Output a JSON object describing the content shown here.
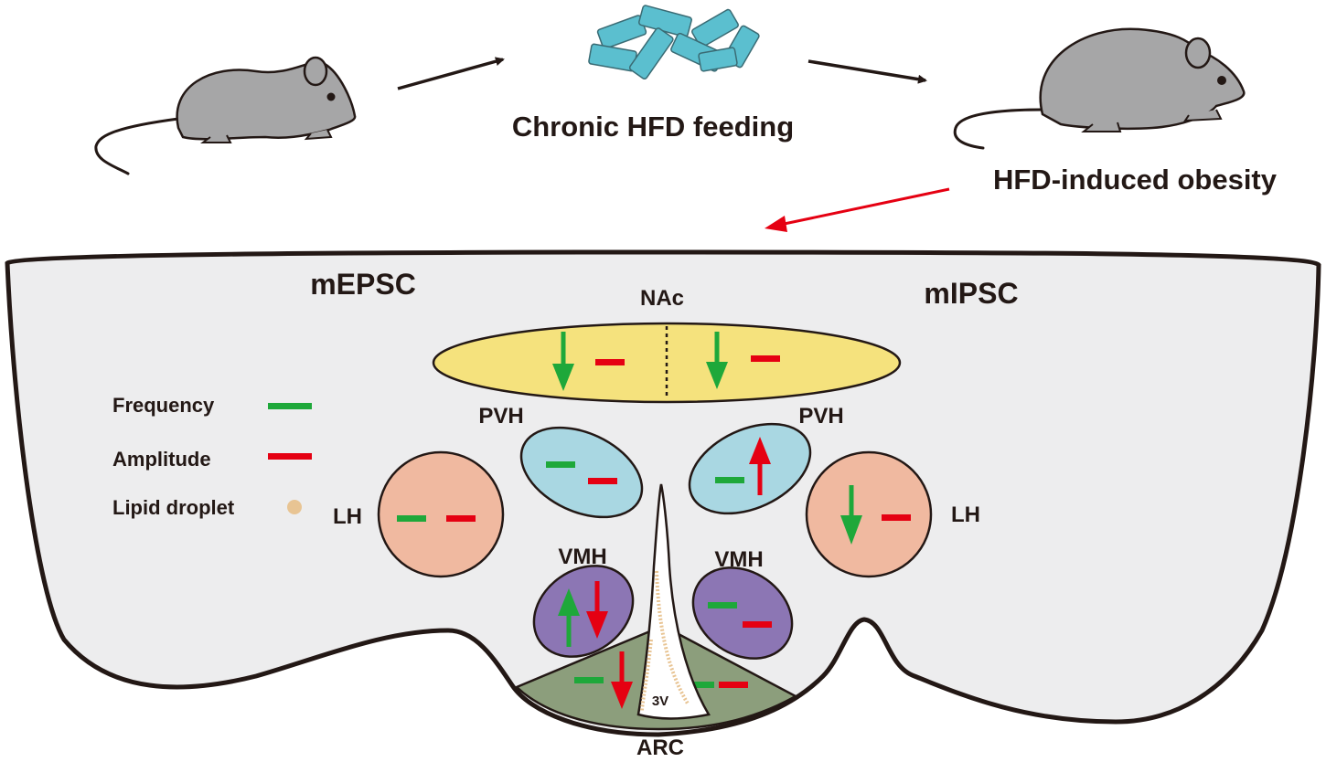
{
  "top": {
    "step_label": "Chronic HFD feeding",
    "result_label": "HFD-induced obesity"
  },
  "brain": {
    "left_header": "mEPSC",
    "right_header": "mIPSC",
    "regions": {
      "nac": "NAc",
      "pvh_left": "PVH",
      "pvh_right": "PVH",
      "lh_left": "LH",
      "lh_right": "LH",
      "vmh_left": "VMH",
      "vmh_right": "VMH",
      "arc": "ARC",
      "third_ventricle": "3V"
    }
  },
  "legend": {
    "frequency": "Frequency",
    "amplitude": "Amplitude",
    "lipid_droplet": "Lipid droplet"
  },
  "colors": {
    "frequency": "#1ea83a",
    "amplitude": "#e50012",
    "nac_fill": "#f5e27d",
    "pvh_fill": "#a9d7e2",
    "lh_fill": "#f0b9a0",
    "vmh_fill": "#8c76b4",
    "arc_fill": "#8c9e7c",
    "lipid": "#e8c493",
    "pellet": "#5bbfcf",
    "mouse": "#a6a6a7"
  },
  "effects": {
    "nac_mEPSC": {
      "frequency": "decrease",
      "amplitude": "no change"
    },
    "nac_mIPSC": {
      "frequency": "decrease",
      "amplitude": "no change"
    },
    "pvh_mEPSC": {
      "frequency": "no change",
      "amplitude": "no change"
    },
    "pvh_mIPSC": {
      "frequency": "no change",
      "amplitude": "increase"
    },
    "lh_mEPSC": {
      "frequency": "no change",
      "amplitude": "no change"
    },
    "lh_mIPSC": {
      "frequency": "decrease",
      "amplitude": "no change"
    },
    "vmh_mEPSC": {
      "frequency": "increase",
      "amplitude": "decrease"
    },
    "vmh_mIPSC": {
      "frequency": "no change",
      "amplitude": "no change"
    },
    "arc_mEPSC": {
      "frequency": "no change",
      "amplitude": "decrease"
    },
    "arc_mIPSC": {
      "frequency": "no change",
      "amplitude": "no change"
    }
  }
}
